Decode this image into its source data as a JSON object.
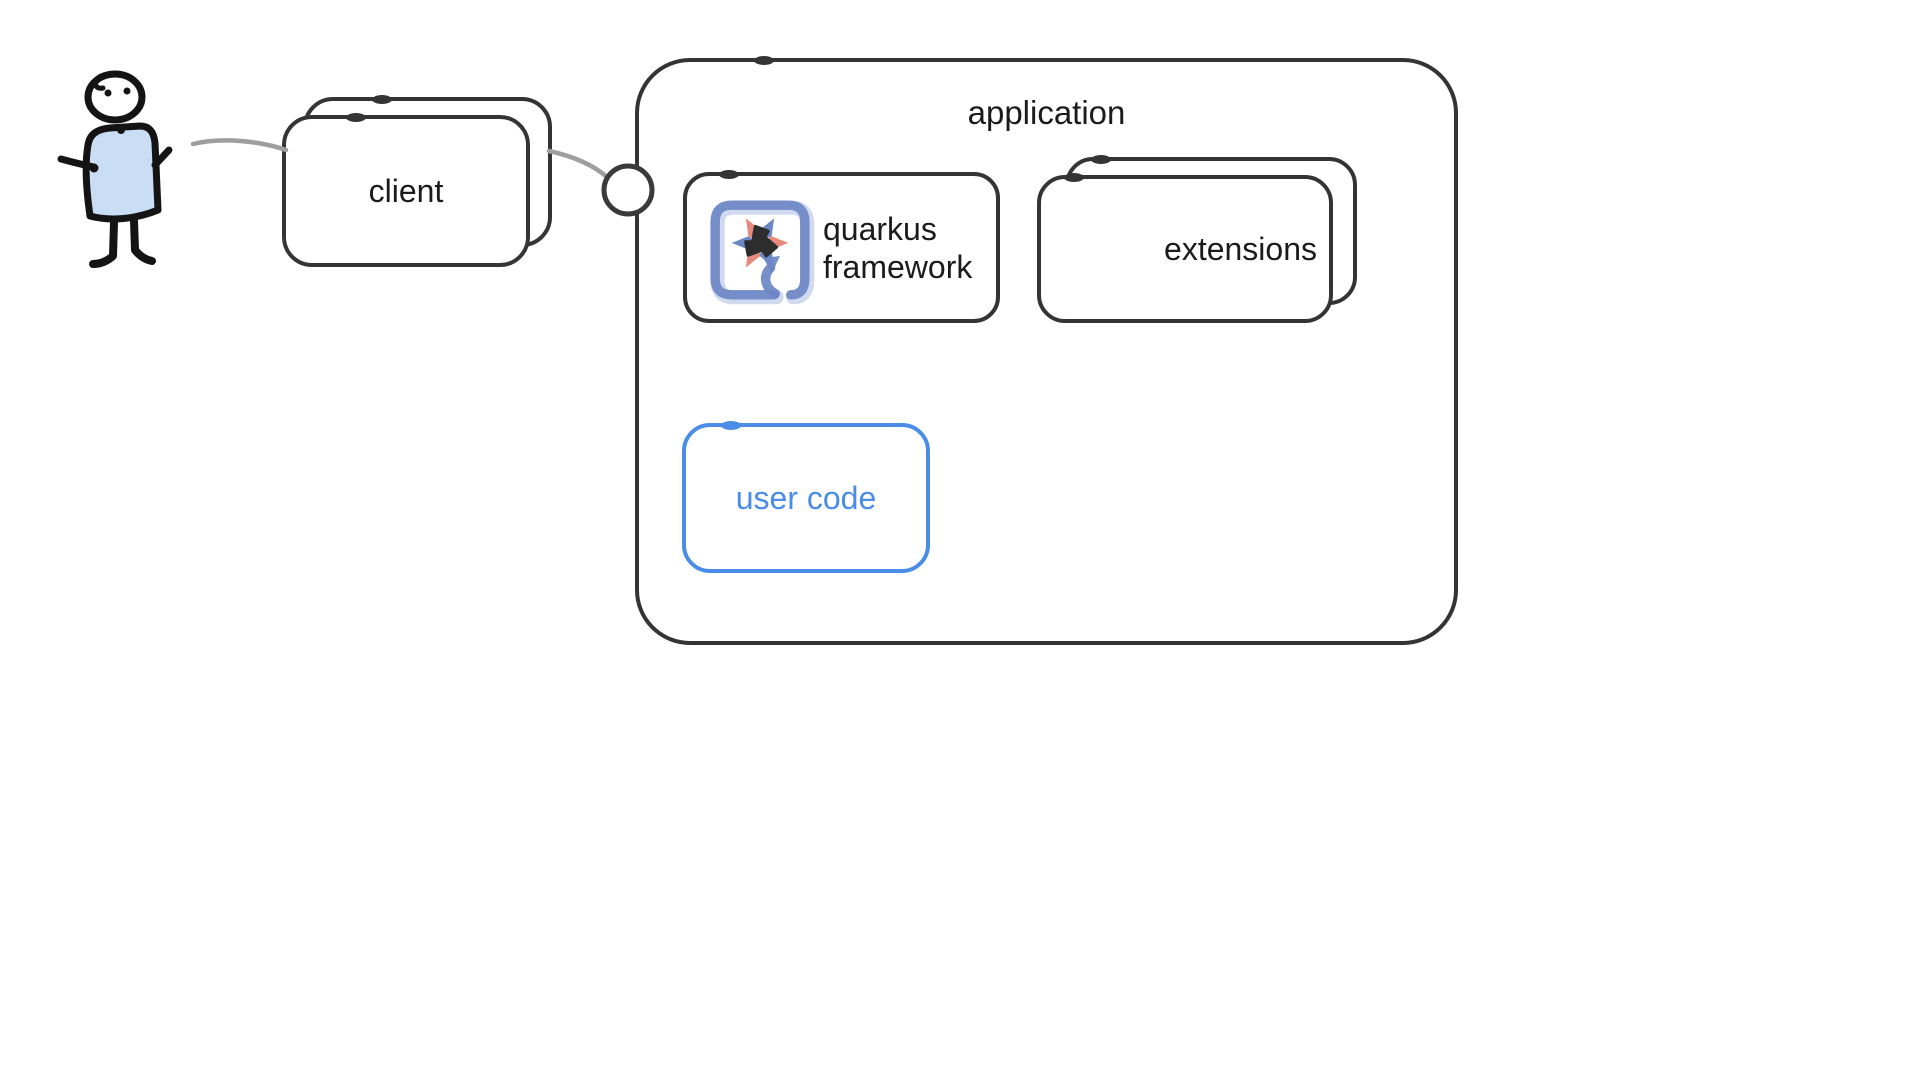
{
  "diagram": {
    "application": {
      "label": "application"
    },
    "client": {
      "label": "client",
      "stacked": true
    },
    "quarkus_framework": {
      "lines": [
        "quarkus",
        "framework"
      ],
      "icon": "quarkus-logo"
    },
    "extensions": {
      "label": "extensions",
      "stacked": true
    },
    "user_code": {
      "label": "user code"
    },
    "actor": {
      "icon": "person"
    },
    "connector_port": {
      "icon": "circle-port"
    },
    "colors": {
      "background": "#ffffff",
      "box_stroke": "#343434",
      "text": "#1b1b1b",
      "connector_gray": "#9e9e9e",
      "user_code_blue": "#4a8ce8",
      "person_shirt_fill": "#c9def5",
      "quarkus_logo_blue": "#6d87c5",
      "quarkus_logo_salmon": "#e8897e",
      "quarkus_logo_dark": "#2d2d2d"
    }
  }
}
